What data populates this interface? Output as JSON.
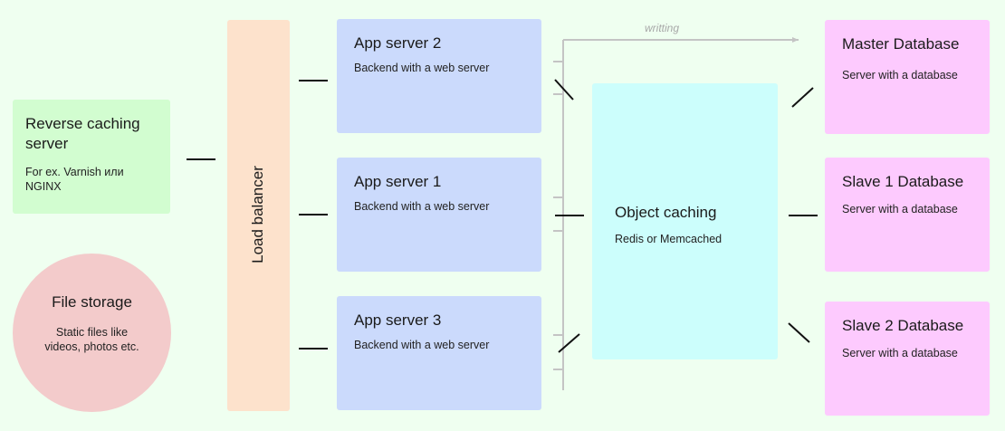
{
  "reverse_cache": {
    "title": "Reverse caching server",
    "subtitle": "For ex. Varnish или NGINX"
  },
  "file_storage": {
    "title": "File storage",
    "subtitle": "Static files like videos, photos etc."
  },
  "load_balancer": {
    "label": "Load balancer"
  },
  "app_servers": [
    {
      "title": "App server 2",
      "subtitle": "Backend with a web server"
    },
    {
      "title": "App server 1",
      "subtitle": "Backend with a web server"
    },
    {
      "title": "App server 3",
      "subtitle": "Backend with a web server"
    }
  ],
  "object_cache": {
    "title": "Object caching",
    "subtitle": "Redis or Memcached"
  },
  "databases": [
    {
      "title": "Master Database",
      "subtitle": "Server with a database"
    },
    {
      "title": "Slave 1 Database",
      "subtitle": "Server with a database"
    },
    {
      "title": "Slave 2 Database",
      "subtitle": "Server with a database"
    }
  ],
  "writing_label": "writting",
  "colors": {
    "background": "#effff0",
    "reverse_cache": "#d2fdd0",
    "file_storage": "#f3cbcb",
    "load_balancer": "#fde2cc",
    "app_server": "#cbdafc",
    "object_cache": "#ccfefc",
    "database": "#fdcafe",
    "connector": "#111111",
    "write_path": "#c4c4c4"
  }
}
